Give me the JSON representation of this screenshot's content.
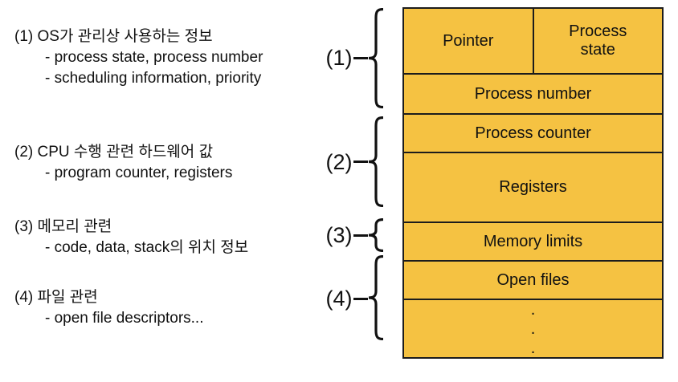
{
  "notes": [
    {
      "heading": "(1) OS가 관리상 사용하는 정보",
      "items": [
        "- process state, process number",
        "- scheduling information, priority"
      ]
    },
    {
      "heading": "(2) CPU 수행 관련 하드웨어 값",
      "items": [
        "- program counter, registers"
      ]
    },
    {
      "heading": "(3) 메모리 관련",
      "items": [
        "- code, data, stack의 위치 정보"
      ]
    },
    {
      "heading": "(4) 파일 관련",
      "items": [
        "- open file descriptors..."
      ]
    }
  ],
  "group_labels": [
    "(1)",
    "(2)",
    "(3)",
    "(4)"
  ],
  "pcb_table": {
    "pointer": "Pointer",
    "process_state": "Process state",
    "process_number": "Process number",
    "process_counter": "Process counter",
    "registers": "Registers",
    "memory_limits": "Memory limits",
    "open_files": "Open files",
    "ellipsis_dots": [
      ".",
      ".",
      "."
    ]
  },
  "colors": {
    "cell_fill": "#F5C242",
    "border": "#1C1C1C",
    "text": "#111111"
  }
}
